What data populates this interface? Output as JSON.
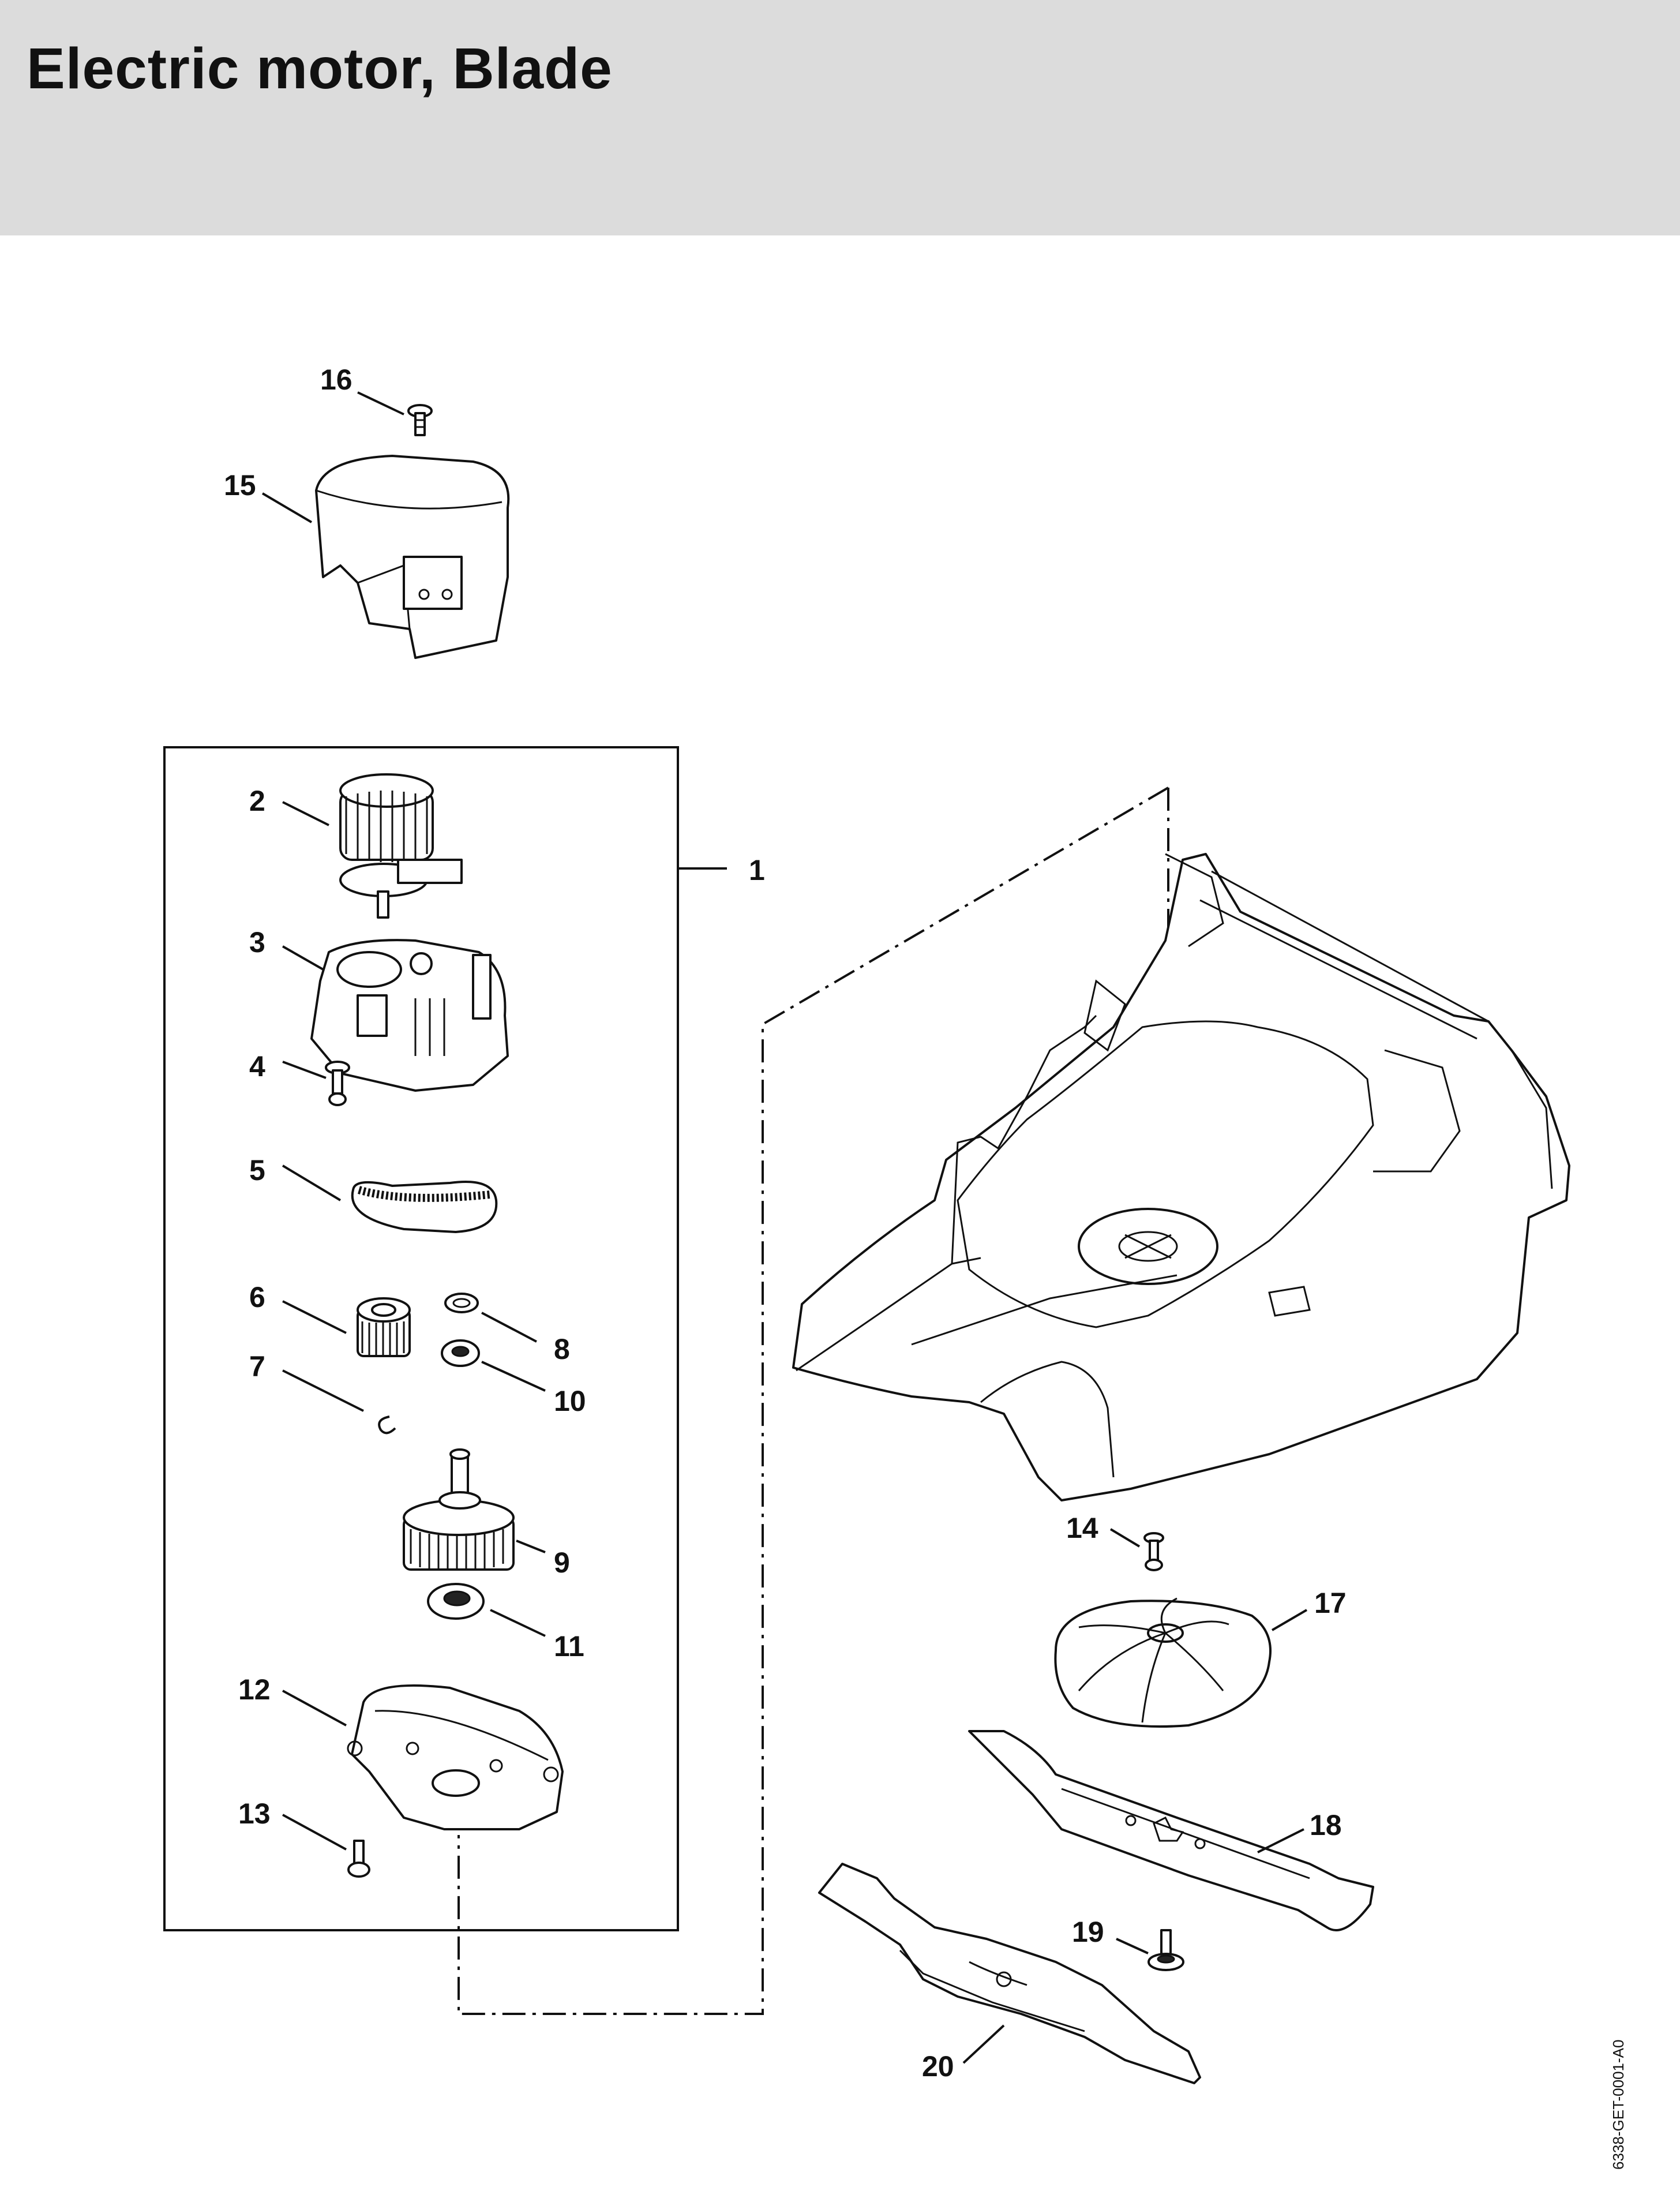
{
  "page": {
    "title": "Electric motor, Blade",
    "document_code": "6338-GET-0001-A0"
  },
  "callouts": {
    "c1": "1",
    "c2": "2",
    "c3": "3",
    "c4": "4",
    "c5": "5",
    "c6": "6",
    "c7": "7",
    "c8": "8",
    "c9": "9",
    "c10": "10",
    "c11": "11",
    "c12": "12",
    "c13": "13",
    "c14": "14",
    "c15": "15",
    "c16": "16",
    "c17": "17",
    "c18": "18",
    "c19": "19",
    "c20": "20"
  }
}
